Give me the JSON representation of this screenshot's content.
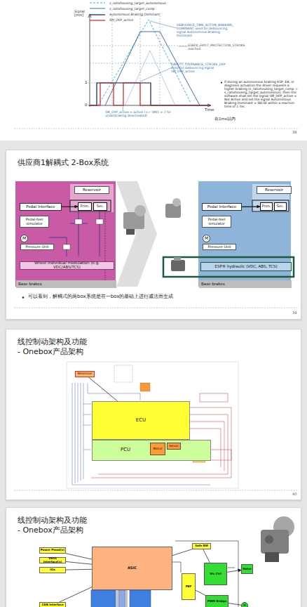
{
  "diagram": {
    "nodes": [
      {
        "text": [
          "供应商1解耦式 2-Box系统"
        ]
      },
      {
        "text": [
          "Reservoir"
        ],
        "in": 0
      },
      {
        "text": [
          "Pedal Interface"
        ],
        "in": 0
      },
      {
        "text": [
          "Prim."
        ],
        "in": 0
      },
      {
        "text": [
          "Sec."
        ],
        "in": 0
      },
      {
        "text": [
          "Pedal-feel simulator"
        ],
        "in": 0
      },
      {
        "text": [
          "M"
        ],
        "in": 0
      },
      {
        "text": [
          "Pressure Unit"
        ],
        "in": 0
      },
      {
        "text": [
          "Wheel individual modulation (e.g. VDC/ABS/TCS)"
        ],
        "in": 0
      },
      {
        "text": [
          "Base brakes"
        ],
        "in": 0
      },
      {
        "text": [
          "Reservoir"
        ],
        "in": 0
      },
      {
        "text": [
          "Pedal Interface"
        ],
        "in": 0
      },
      {
        "text": [
          "Prim."
        ],
        "in": 0
      },
      {
        "text": [
          "Sec."
        ],
        "in": 0
      },
      {
        "text": [
          "Pedal-feel simulator"
        ],
        "in": 0
      },
      {
        "text": [
          "M"
        ],
        "in": 0
      },
      {
        "text": [
          "Pressure Unit"
        ],
        "in": 0
      },
      {
        "text": [
          "ESP® hydraulic (VDC, ABS, TCS)"
        ],
        "in": 0
      },
      {
        "text": [
          "Base brakes"
        ],
        "in": 0
      },
      {
        "text": [
          "线控制动架构及功能",
          "- Onebox产品架构"
        ]
      },
      {
        "text": [
          "Reservoir"
        ],
        "in": 19
      },
      {
        "text": [
          "ECU"
        ],
        "in": 19
      },
      {
        "text": [
          "PCU"
        ],
        "in": 19
      },
      {
        "text": [
          "Motor"
        ],
        "in": 22
      },
      {
        "text": [
          "Sensor"
        ],
        "in": 22
      },
      {
        "text": [
          "线控制动架构及功能",
          "- Onebox产品架构"
        ]
      },
      {
        "text": [
          "Power Pmod(x)"
        ],
        "in": 25
      },
      {
        "text": [
          "VBSS Interface(x)"
        ],
        "in": 25
      },
      {
        "text": [
          "IOs"
        ],
        "in": 25
      },
      {
        "text": [
          "CAN Interface"
        ],
        "in": 25
      },
      {
        "text": [
          "ASIC"
        ],
        "in": 25
      },
      {
        "text": [
          "Safe BW"
        ],
        "in": 25
      },
      {
        "text": [
          "Vlv Ctrl"
        ],
        "in": 25
      },
      {
        "text": [
          "Valve"
        ],
        "in": 25
      },
      {
        "text": [
          "PBF"
        ],
        "in": 25
      },
      {
        "text": [
          "PWM Bridge"
        ],
        "in": 25
      },
      {
        "text": [
          "M"
        ],
        "in": 25
      }
    ],
    "edges": [
      {
        "from": 2,
        "to": 3,
        "arrow": "to"
      },
      {
        "from": 11,
        "to": 12,
        "arrow": "to"
      },
      {
        "from": 20,
        "to": 21,
        "arrow": "none"
      },
      {
        "from": 26,
        "to": 30,
        "arrow": "none"
      },
      {
        "from": 27,
        "to": 30,
        "arrow": "none"
      },
      {
        "from": 28,
        "to": 30,
        "arrow": "none"
      },
      {
        "from": 29,
        "to": 30,
        "arrow": "none"
      },
      {
        "from": 30,
        "to": 31,
        "arrow": "none"
      },
      {
        "from": 31,
        "to": 32,
        "arrow": "none"
      },
      {
        "from": 32,
        "to": 33,
        "arrow": "to"
      },
      {
        "from": 34,
        "to": 35,
        "arrow": "none"
      },
      {
        "from": 35,
        "to": 36,
        "arrow": "none"
      }
    ],
    "labels": [
      "Signal [mm]",
      "DEBOUNCE_TIME_AUTON_BRAKING_ DOMINANT used for debouncing signal Autonomous Braking Dominant",
      "STATIC_FOOT_PROTECTION_STROKE reached",
      "SAFETY_TOLERANCE_STROKE_DFP used for debouncing signal SM_DFP_active",
      "1",
      "0",
      "Time",
      "SM_DFP_active = active (=> SMI1 = 2 for underbraking deactivated)",
      "在1ms以内",
      "If during an autonomous braking ESP, EB, or diagnosis actuation the driver requests a higher braking (s_ratiohousing_target_comp > s_ratiohousing_target_autonomous), then the software shall set the signal SM_DFP_active = Not Active and set the signal Autonomous Braking Dominant = FALSE within a reaction time of 1 ms.",
      "38",
      "可以看到，解耦式的两box系统是在一box的基础上进行减法而生成",
      "39",
      "40"
    ],
    "legend": [
      {
        "text": "s_ratiohousing_target_autonomous"
      },
      {
        "text": "s_ratiohousing_target_comp"
      },
      {
        "text": "Autonomous Braking Dominant"
      },
      {
        "text": "SM_DFP_active"
      }
    ]
  }
}
